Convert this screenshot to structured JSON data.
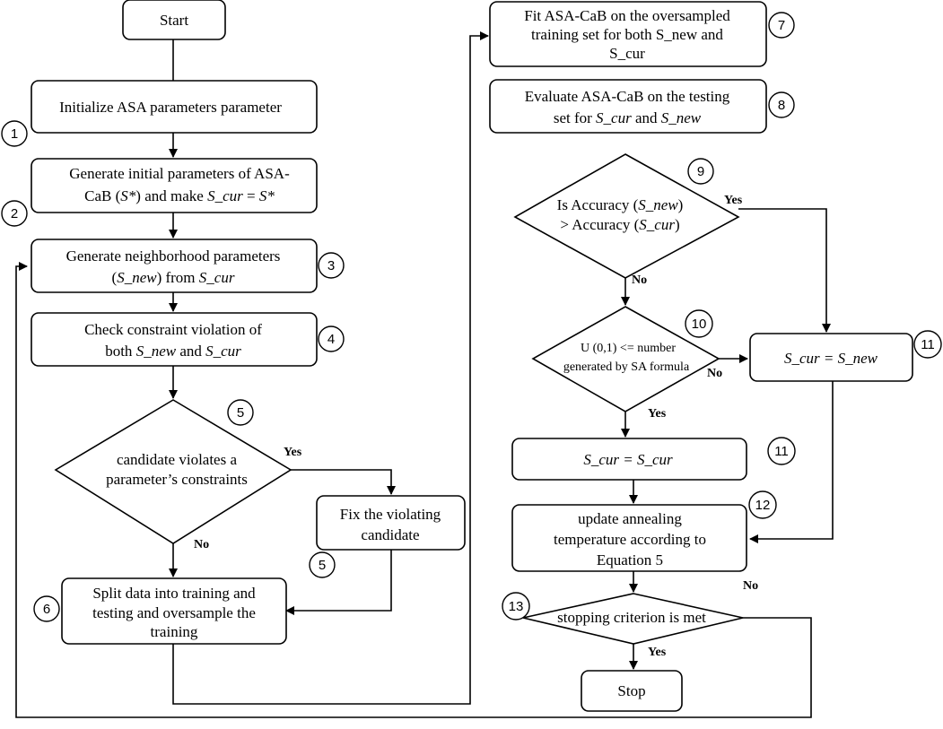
{
  "nodes": {
    "start": "Start",
    "init": "Initialize ASA parameters parameter",
    "gen_initial": {
      "line1": "Generate initial parameters of ASA-",
      "line2_a": "CaB (",
      "line2_b": "S*",
      "line2_c": ") and make ",
      "line2_d": "S_cur",
      "line2_e": " = ",
      "line2_f": "S*"
    },
    "gen_neighbor": {
      "line1": "Generate neighborhood parameters",
      "line2_a": "(",
      "line2_b": "S_new",
      "line2_c": ") from ",
      "line2_d": "S_cur"
    },
    "check": {
      "line1": "Check constraint violation of",
      "line2_a": "both ",
      "line2_b": "S_new",
      "line2_c": " and ",
      "line2_d": "S_cur"
    },
    "violates": {
      "line1": "candidate violates a",
      "line2": "parameter’s constraints"
    },
    "fix": {
      "line1": "Fix the violating",
      "line2": "candidate"
    },
    "split": {
      "line1": "Split data into training and",
      "line2": "testing and oversample the",
      "line3": "training"
    },
    "fit": {
      "line1": "Fit  ASA-CaB on the oversampled",
      "line2": "training set for both S_new and",
      "line3": "S_cur"
    },
    "evaluate": {
      "line1": "Evaluate ASA-CaB on the testing",
      "line2_a": "set for ",
      "line2_b": "S_cur",
      "line2_c": " and ",
      "line2_d": "S_new"
    },
    "accuracy": {
      "line1_a": "Is Accuracy (",
      "line1_b": "S_new",
      "line1_c": ")",
      "line2_a": "> Accuracy (",
      "line2_b": "S_cur",
      "line2_c": ")"
    },
    "uniform": {
      "line1": "U (0,1) <= number",
      "line2": "generated by SA formula"
    },
    "assign_new": "S_cur = S_new",
    "assign_cur": "S_cur = S_cur",
    "update": {
      "line1": "update annealing",
      "line2": "temperature according to",
      "line3": "Equation 5"
    },
    "stopping": "stopping criterion is met",
    "stop": "Stop"
  },
  "labels": {
    "yes": "Yes",
    "no": "No"
  },
  "step_numbers": {
    "n1": "1",
    "n2": "2",
    "n3": "3",
    "n4": "4",
    "n5a": "5",
    "n5b": "5",
    "n6": "6",
    "n7": "7",
    "n8": "8",
    "n9": "9",
    "n10": "10",
    "n11a": "11",
    "n11b": "11",
    "n12": "12",
    "n13": "13"
  }
}
